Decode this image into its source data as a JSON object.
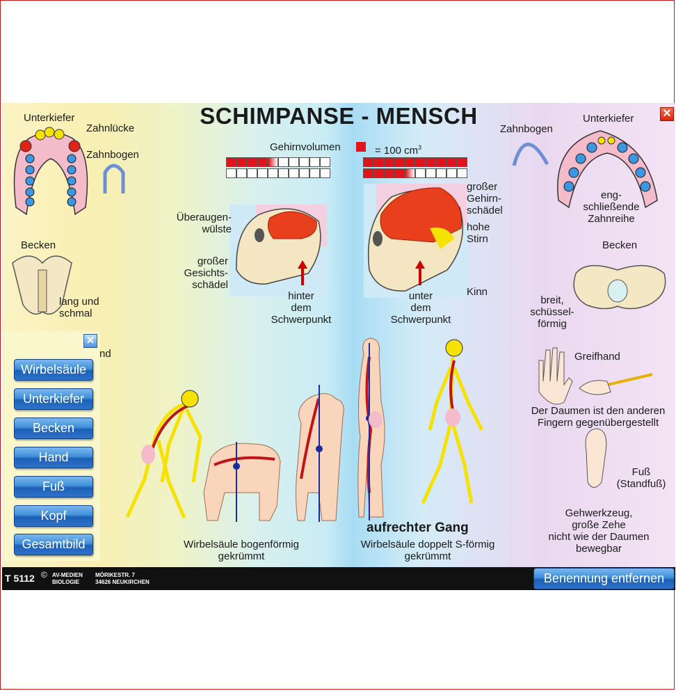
{
  "title": "SCHIMPANSE - MENSCH",
  "brain": {
    "label": "Gehirnvolumen",
    "unit": "= 100 cm",
    "unit_sup": "3",
    "chimp_filled": 4,
    "human_filled": 14,
    "cells_per_row": 10
  },
  "left": {
    "jaw": {
      "title": "Unterkiefer",
      "gap": "Zahnlücke",
      "arch": "Zahnbogen"
    },
    "pelvis": {
      "title": "Becken",
      "desc": [
        "lang und",
        "schmal"
      ]
    },
    "hand_fragment": "nd",
    "skull": {
      "brow": [
        "Überaugen-",
        "wülste"
      ],
      "face": [
        "großer",
        "Gesichts-",
        "schädel"
      ],
      "point": [
        "hinter",
        "dem",
        "Schwerpunkt"
      ]
    }
  },
  "right": {
    "jaw": {
      "arch": "Zahnbogen",
      "title": "Unterkiefer",
      "desc": [
        "eng-",
        "schließende",
        "Zahnreihe"
      ]
    },
    "pelvis": {
      "title": "Becken",
      "desc": [
        "breit,",
        "schüssel-",
        "förmig"
      ]
    },
    "hand": {
      "title": "Greifhand",
      "desc": [
        "Der Daumen ist den anderen",
        "Fingern gegenübergestellt"
      ]
    },
    "foot": {
      "title": [
        "Fuß",
        "(Standfuß)"
      ],
      "desc": [
        "Gehwerkzeug,",
        "große Zehe",
        "nicht wie der Daumen",
        "bewegbar"
      ]
    },
    "skull": {
      "brain": [
        "großer",
        "Gehirn-",
        "schädel"
      ],
      "forehead": [
        "hohe",
        "Stirn"
      ],
      "chin": "Kinn",
      "point": [
        "unter",
        "dem",
        "Schwerpunkt"
      ]
    }
  },
  "bottom": {
    "chimp_spine": [
      "Wirbelsäule bogenförmig",
      "gekrümmt"
    ],
    "gait": "aufrechter Gang",
    "human_spine": [
      "Wirbelsäule doppelt S-förmig",
      "gekrümmt"
    ]
  },
  "menu": {
    "close_icon": "close-x-icon",
    "buttons": [
      "Wirbelsäule",
      "Unterkiefer",
      "Becken",
      "Hand",
      "Fuß",
      "Kopf",
      "Gesamtbild"
    ]
  },
  "footer": {
    "code": "T 5112",
    "copyright": "©",
    "publisher": [
      "AV-MEDIEN",
      "BIOLOGIE"
    ],
    "address": [
      "MÖRIKESTR. 7",
      "34626  NEUKIRCHEN"
    ],
    "remove_button": "Benennung entfernen"
  },
  "close_icon": "close-x-icon",
  "colors": {
    "close_red": "#e0321a",
    "button_blue": "#2d74c8",
    "brain_red": "#e8401c",
    "bone_yellow": "#f5e200",
    "spine_red": "#c0141a"
  }
}
